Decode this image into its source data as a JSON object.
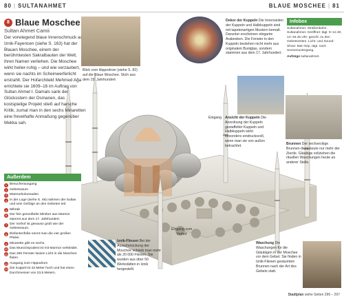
{
  "header": {
    "left_page": "80",
    "left_section": "SULTANAHMET",
    "right_section": "BLAUE MOSCHEE",
    "right_page": "81"
  },
  "article": {
    "number": "8",
    "title": "Blaue Moschee",
    "subtitle": "Sultan Ahmet Camii",
    "intro": "Der vorwiegend blaue Innenschmuck aus Iznik-Fayencen (siehe S. 163) hat der Blauen Moschee, einem der berühmtesten Sakralbauten der Welt, ihren Namen verliehen. Die Moschee wirkt heiter-ruhig – und wie verzaubert, wenn sie nachts im Scheinwerferlicht erstrahlt. Der Hofarchitekt Mehmed Ağa errichtete sie 1609–16 im Auftrag von Sultan Ahmet I. Damals sank der Glücksstern der Osmanen, das kostspielige Projekt stieß auf harsche Kritik, zumal man in den sechs Minaretten eine frevelhafte Anmaßung gegenüber Mekka sah."
  },
  "captions": {
    "hippodrome": "Blick vom Hippodrom (siehe S. 82) auf die Blaue Moschee. Stich aus dem 19. Jahrhundert",
    "domes_title": "Dekor der Kuppeln",
    "domes": "Die Innenseiten der Kuppeln und Halbkuppeln sind mit tapetenartigen Mustern bemalt. Darunter erscheinen elegante Arabesken. Die Fenster in den Kuppeln bestehen nicht mehr aus originalem Buntglas, sondern stammen aus dem 17. Jahrhundert.",
    "view_title": "Ansicht der Kuppeln",
    "view": "Die Anordnung der Kuppeln gestaffelter Kuppeln und Halbkuppeln wirkt besonders eindrucksvoll, wenn man sie von außen betrachtet.",
    "well_title": "Brunnen",
    "well": "Der sechseckige Brunnen dient heute nur mehr der Zierde. Gläubige vollziehen die rituellen Waschungen heute an anderer Stelle.",
    "tiles_title": "Iznik-Fliesen",
    "tiles": "Bei der Ausschmückung der Moschee schrieb man mehr als 20 000 Fliesen. Sie wurden aus über 50 Werkstätten in Iznik hergestellt.",
    "ablution_title": "Waschung",
    "ablution": "Die Waschungen für die Gläubigen in der Moschee vor dem Gebet. Sie finden in Iznik-Fliesen gesäumten Brunnen nach der Art des Gebets statt.",
    "entrance": "Eingang",
    "entrance_court": "Eingang zum Vorhof"
  },
  "legend": {
    "title": "Außerdem",
    "items": [
      "Besucherausgang",
      "Gebetsraum",
      "Marmorkolonnaden",
      "In der Loge (siehe S. 49) nahmen der Sultan und sein Gefolge an den Gebeten teil.",
      "Mihrab",
      "Der fein gemeißelte Mimber aus Marmor stammt aus dem 17. Jahrhundert.",
      "Der Vorhof ist genauso groß wie der Gebetsraum.",
      "Elefantenfüße nennt man die vier großen Pfeiler.",
      "Minarette gibt es sechs.",
      "Das Muezzinpodest ist mit Marmor verkleidet.",
      "Das 260 Fenster lassen Licht in die Moschee fluten.",
      "Ausgang zum Hippodrom",
      "Die Kuppel ist 43 Meter hoch und hat einen Durchmesser von 23,5 Metern."
    ]
  },
  "infobox": {
    "title": "Infobox",
    "text": "Sultanahmet. Straßenbahn: Sultanahmet. Geöffnet: tägl. 9–12.30, 14–16.45 Uhr; geschl. zu den Gebetszeiten. Licht- und Sound-Show: Mai–Sep. tägl. nach Sonnenuntergang.",
    "sub_title": "Aufzüge",
    "sub_text": "sultanahmet."
  },
  "footer": {
    "label": "Stadtplan",
    "ref": "siehe Seiten 296 – 297"
  },
  "colors": {
    "accent_green": "#4b9c4e",
    "number_red": "#c0392b"
  }
}
